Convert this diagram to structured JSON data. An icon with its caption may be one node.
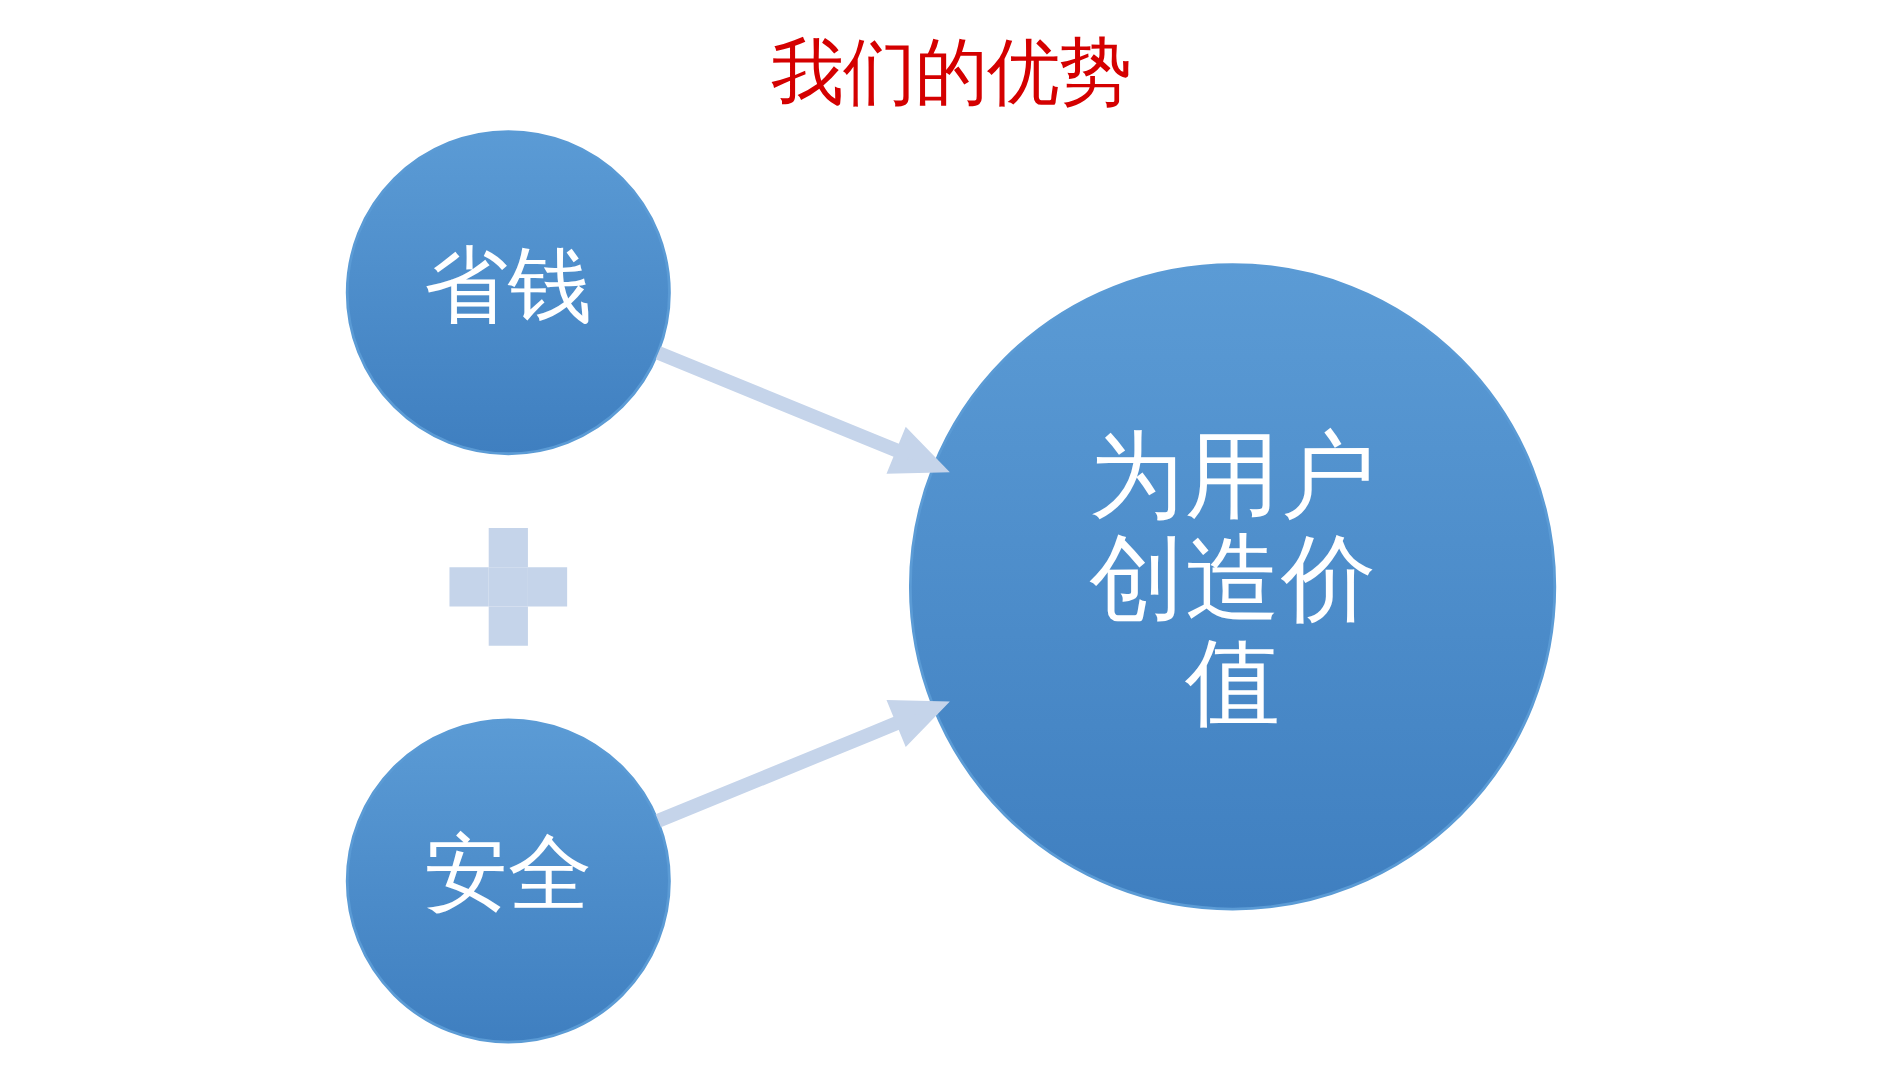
{
  "diagram": {
    "title": "我们的优势",
    "nodes": [
      {
        "text": [
          "省钱"
        ]
      },
      {
        "text": [],
        "shape": "cross"
      },
      {
        "text": [
          "安全"
        ]
      },
      {
        "text": [
          "为用户创造价值"
        ]
      }
    ],
    "edges": [
      {
        "from": 0,
        "to": 3,
        "arrow": "to",
        "color": "#c5d4ea"
      },
      {
        "from": 2,
        "to": 3,
        "arrow": "to",
        "color": "#c5d4ea"
      }
    ]
  }
}
